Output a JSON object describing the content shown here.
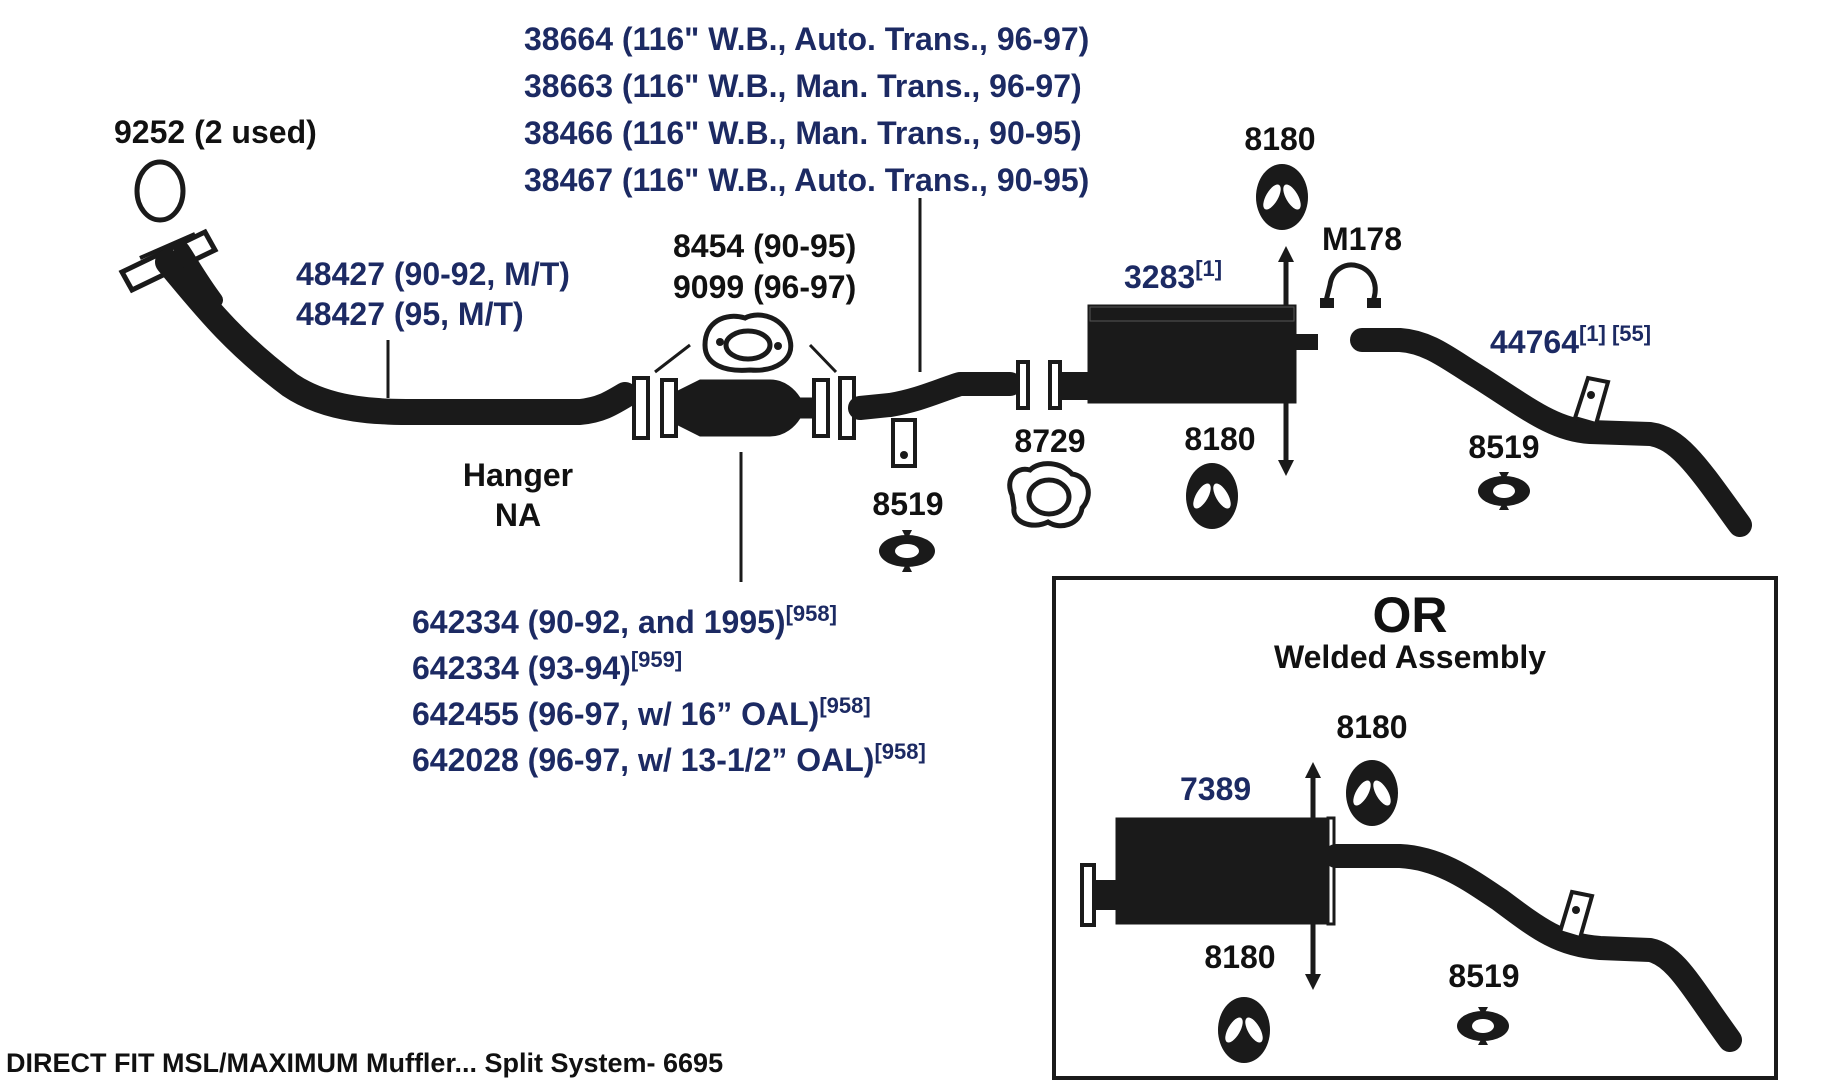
{
  "caption": "DIRECT FIT MSL/MAXIMUM Muffler... Split System- 6695",
  "labels": {
    "gasket_9252": "9252 (2 used)",
    "pipe_48427_a": "48427 (90-92, M/T)",
    "pipe_48427_b": "48427 (95, M/T)",
    "hanger": "Hanger",
    "hanger_na": "NA",
    "flange_8454": "8454 (90-95)",
    "flange_9099": "9099 (96-97)",
    "pipe_38664": "38664 (116\" W.B., Auto. Trans., 96-97)",
    "pipe_38663": "38663 (116\" W.B., Man. Trans., 96-97)",
    "pipe_38466": "38466 (116\" W.B., Man. Trans., 90-95)",
    "pipe_38467": "38467 (116\" W.B., Auto. Trans., 90-95)",
    "conv_1": "642334 (90-92, and 1995)",
    "conv_1_note": "[958]",
    "conv_2": "642334 (93-94)",
    "conv_2_note": "[959]",
    "conv_3": "642455 (96-97, w/ 16” OAL)",
    "conv_3_note": "[958]",
    "conv_4": "642028 (96-97, w/ 13-1/2” OAL)",
    "conv_4_note": "[958]",
    "hanger_8519_left": "8519",
    "gasket_8729": "8729",
    "muffler_3283": "3283",
    "muffler_3283_note": "[1]",
    "hanger_8180_top": "8180",
    "hanger_8180_bottom": "8180",
    "clamp_m178": "M178",
    "tail_44764": "44764",
    "tail_44764_note": "[1] [55]",
    "hanger_8519_right": "8519"
  },
  "alt": {
    "title": "OR",
    "subtitle": "Welded Assembly",
    "assembly_7389": "7389",
    "hanger_8180_top": "8180",
    "hanger_8180_bottom": "8180",
    "hanger_8519": "8519"
  },
  "colors": {
    "part_number_text": "#1c2a63",
    "drawing": "#1a1a1a"
  }
}
